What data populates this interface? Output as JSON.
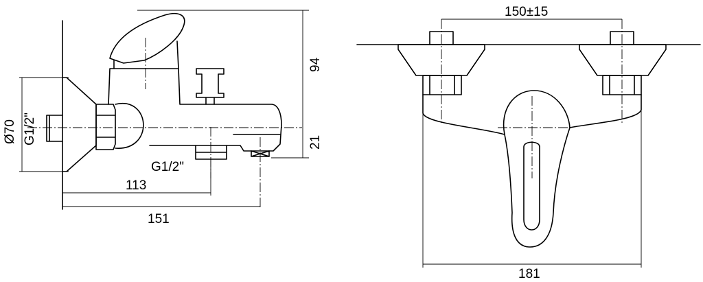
{
  "side_view": {
    "dim_width_total": "151",
    "dim_outlet_distance": "113",
    "dim_height_top": "94",
    "dim_height_bottom": "21",
    "dim_wall_plate": "Ø70",
    "label_inlet_thread": "G1/2\"",
    "label_outlet_thread": "G1/2\""
  },
  "front_view": {
    "dim_centers": "150±15",
    "dim_width": "181"
  }
}
